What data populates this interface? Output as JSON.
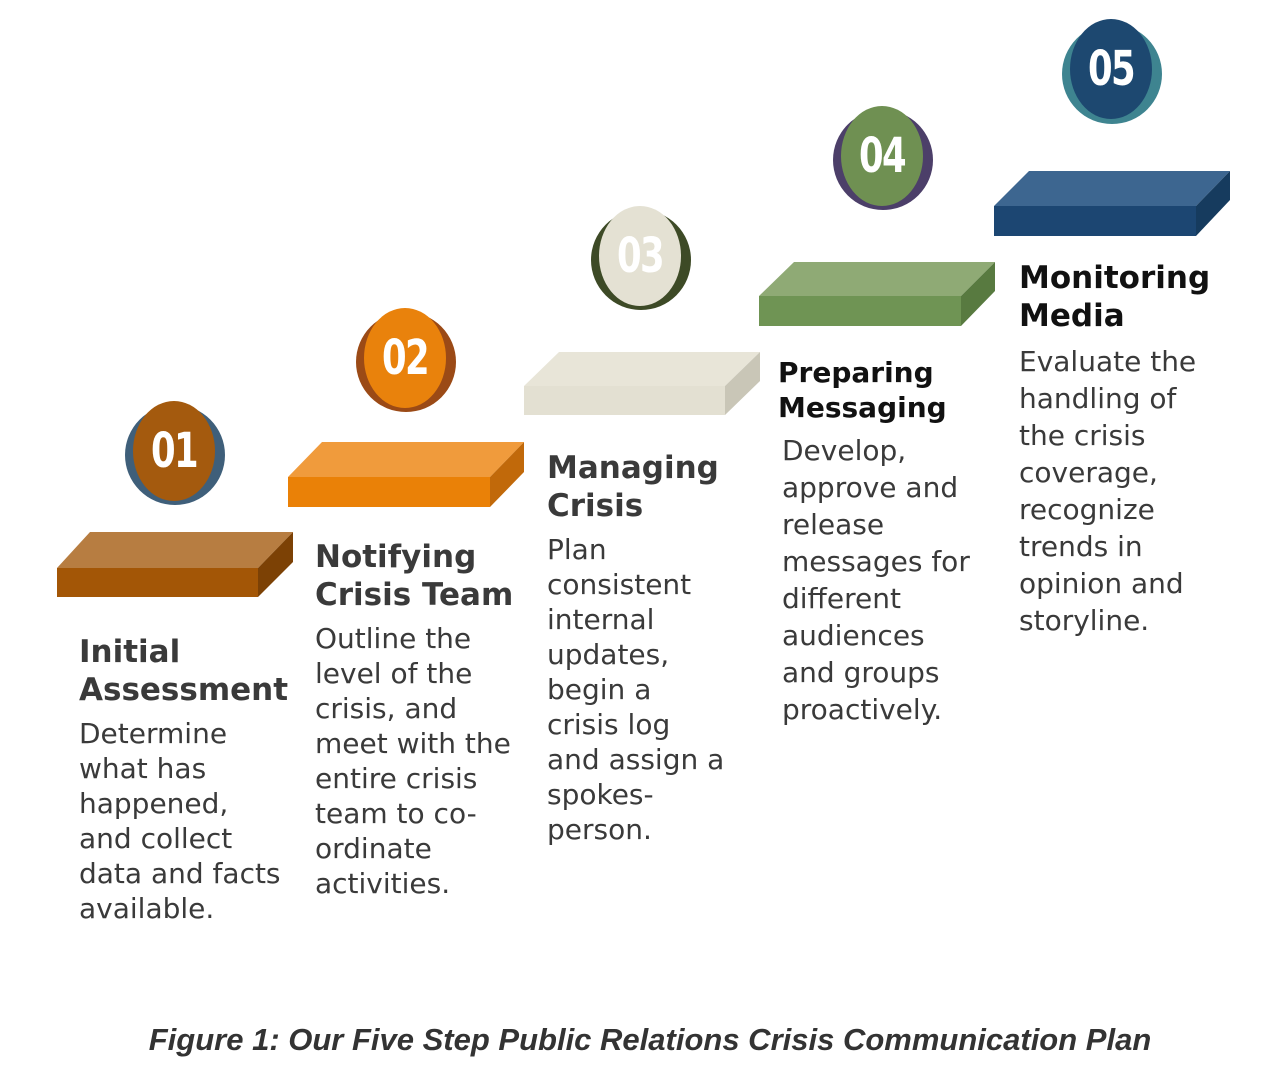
{
  "steps": [
    {
      "number": "01",
      "title": "Initial\nAssessment",
      "description": "Determine\nwhat has\nhappened,\nand collect\ndata and facts\navailable.",
      "color_circle": "#a45a0e",
      "color_top": "#b77d41",
      "color_front": "#a35606",
      "color_side": "#7c4105"
    },
    {
      "number": "02",
      "title": "Notifying\nCrisis Team",
      "description": "Outline the\nlevel of the\ncrisis, and\nmeet with the\nentire crisis\nteam to co-\nordinate\nactivities.",
      "color_circle": "#e9820c",
      "color_top": "#f09b3c",
      "color_front": "#ea8107",
      "color_side": "#c1690a"
    },
    {
      "number": "03",
      "title": "Managing\nCrisis",
      "description": "Plan\nconsistent\ninternal\nupdates,\nbegin a\ncrisis log\nand assign a\nspokes-\nperson.",
      "color_circle": "#e4e1d3",
      "color_top": "#e8e5d8",
      "color_front": "#e3e0d2",
      "color_side": "#c9c6b7"
    },
    {
      "number": "04",
      "title": "Preparing\nMessaging",
      "description": "Develop,\napprove and\nrelease\nmessages for\ndifferent\naudiences\nand groups\nproactively.",
      "color_circle": "#6f9052",
      "color_top": "#8faa75",
      "color_front": "#6f9454",
      "color_side": "#587a40"
    },
    {
      "number": "05",
      "title": "Monitoring\nMedia",
      "description": "Evaluate the\nhandling of\nthe crisis\ncoverage,\nrecognize\ntrends in\nopinion and\nstoryline.",
      "color_circle": "#1d4870",
      "color_top": "#3d6690",
      "color_front": "#1c4672",
      "color_side": "#163b5e"
    }
  ],
  "caption": "Figure 1: Our Five Step Public Relations Crisis Communication Plan"
}
